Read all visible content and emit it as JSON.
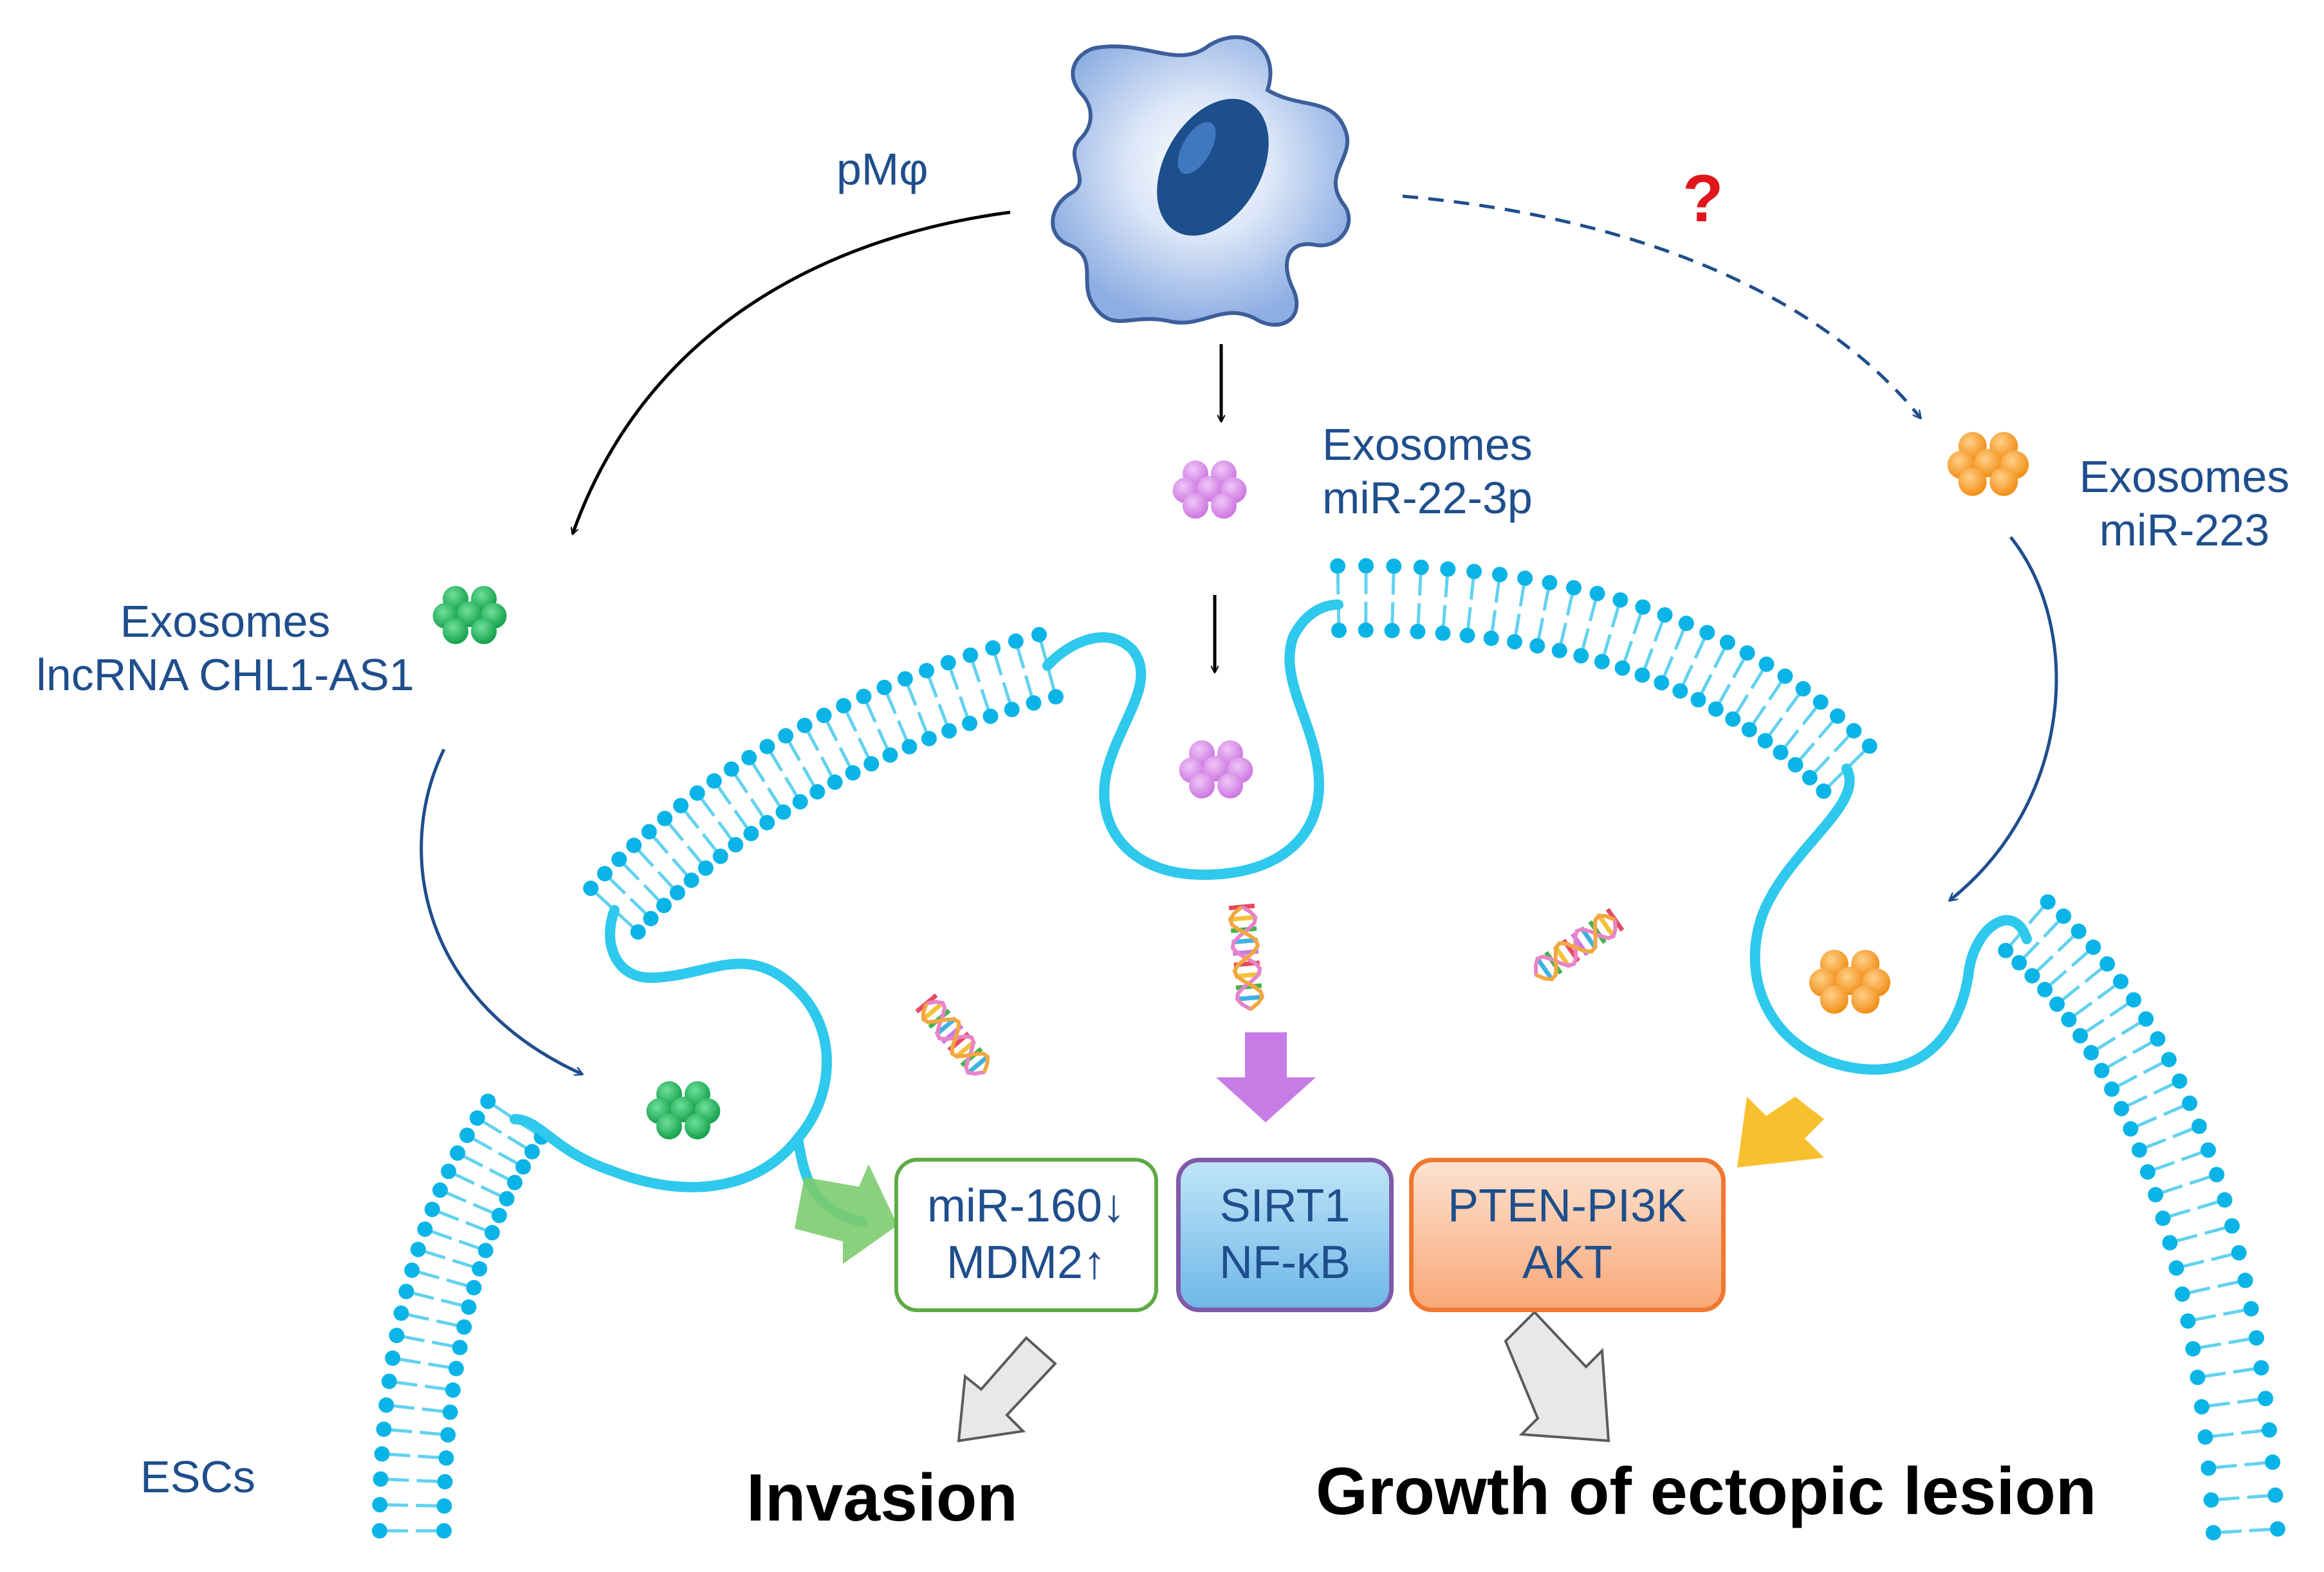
{
  "labels": {
    "macrophage": "pMφ",
    "unknown_mark": "?",
    "exo_left_1": "Exosomes",
    "exo_left_2": "lncRNA CHL1-AS1",
    "exo_mid_1": "Exosomes",
    "exo_mid_2": "miR-22-3p",
    "exo_right_1": "Exosomes",
    "exo_right_2": "miR-223",
    "cells": "ESCs"
  },
  "boxes": {
    "green": {
      "line1": "miR-160↓",
      "line2": "MDM2↑"
    },
    "purple": {
      "line1": "SIRT1",
      "line2": "NF-κB"
    },
    "orange": {
      "line1": "PTEN-PI3K",
      "line2": "AKT"
    }
  },
  "outcomes": {
    "invasion": "Invasion",
    "growth": "Growth of ectopic lesion"
  },
  "colors": {
    "text": "#1f4e8c",
    "membrane": "#2ec9ec",
    "head": "#0bb4e6",
    "cell_body": "#9ab7e6",
    "nucleus": "#1c4f8c",
    "exo_green": "#1fae58",
    "exo_purple": "#d07ee4",
    "exo_orange": "#f39a25",
    "box_green_border": "#5faa46",
    "box_purple_border": "#7e5aa8",
    "box_orange_border": "#f07830",
    "question": "#e0161d"
  }
}
